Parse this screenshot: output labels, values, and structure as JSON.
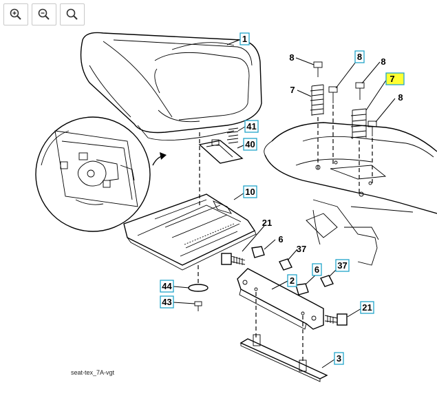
{
  "toolbar": {
    "buttons": [
      {
        "name": "zoom-in-button",
        "icon": "zoom-in-icon"
      },
      {
        "name": "zoom-out-button",
        "icon": "zoom-out-icon"
      },
      {
        "name": "zoom-reset-button",
        "icon": "magnifier-icon"
      }
    ]
  },
  "diagram": {
    "caption": "seat-tex_7A-vgt",
    "callouts": {
      "seat": "1",
      "bracket": "2",
      "base_plate": "3",
      "nut_6_left": "6",
      "nut_6_right": "6",
      "spring_7_left": "7",
      "spring_7_right": "7",
      "bolt_8_a": "8",
      "bolt_8_b": "8",
      "bolt_8_c": "8",
      "bolt_8_d": "8",
      "seat_pan": "10",
      "bolt_21_left": "21",
      "bolt_21_right": "21",
      "nut_37_left": "37",
      "nut_37_right": "37",
      "switch_clip": "40",
      "small_spring": "41",
      "screw_43": "43",
      "washer_44": "44"
    },
    "highlight_color": "#ffff33",
    "box_color": "#1fa3c9"
  }
}
